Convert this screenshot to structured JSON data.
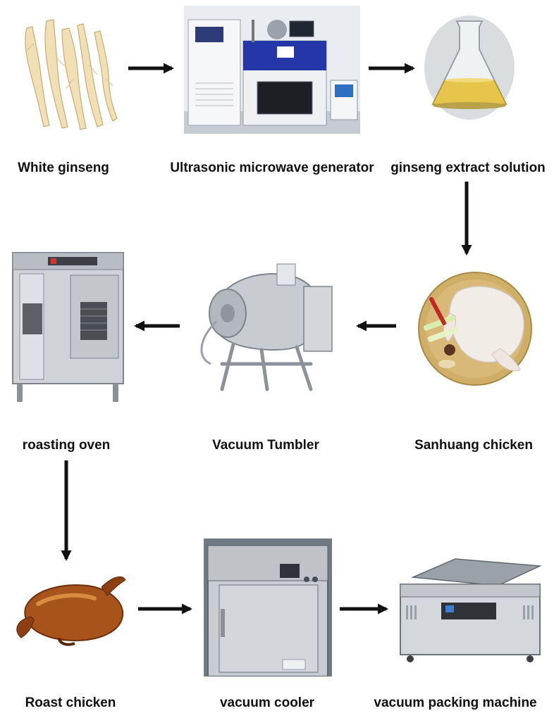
{
  "nodes": [
    {
      "id": "white_ginseng",
      "label": "White ginseng"
    },
    {
      "id": "generator",
      "label": "Ultrasonic microwave generator"
    },
    {
      "id": "extract",
      "label": "ginseng extract solution"
    },
    {
      "id": "chicken",
      "label": "Sanhuang chicken"
    },
    {
      "id": "tumbler",
      "label": "Vacuum Tumbler"
    },
    {
      "id": "oven",
      "label": "roasting oven"
    },
    {
      "id": "roast",
      "label": "Roast chicken"
    },
    {
      "id": "cooler",
      "label": "vacuum cooler"
    },
    {
      "id": "packer",
      "label": "vacuum packing machine"
    }
  ],
  "edges": [
    [
      "white_ginseng",
      "generator"
    ],
    [
      "generator",
      "extract"
    ],
    [
      "extract",
      "chicken"
    ],
    [
      "chicken",
      "tumbler"
    ],
    [
      "tumbler",
      "oven"
    ],
    [
      "oven",
      "roast"
    ],
    [
      "roast",
      "cooler"
    ],
    [
      "cooler",
      "packer"
    ]
  ],
  "colors": {
    "arrow": "#111111",
    "text": "#111111",
    "background": "#ffffff"
  },
  "icons": [
    "ginseng-root-image",
    "microwave-generator-image",
    "flask-image",
    "raw-chicken-image",
    "vacuum-tumbler-image",
    "roasting-oven-image",
    "roast-chicken-image",
    "vacuum-cooler-image",
    "vacuum-packing-machine-image"
  ]
}
